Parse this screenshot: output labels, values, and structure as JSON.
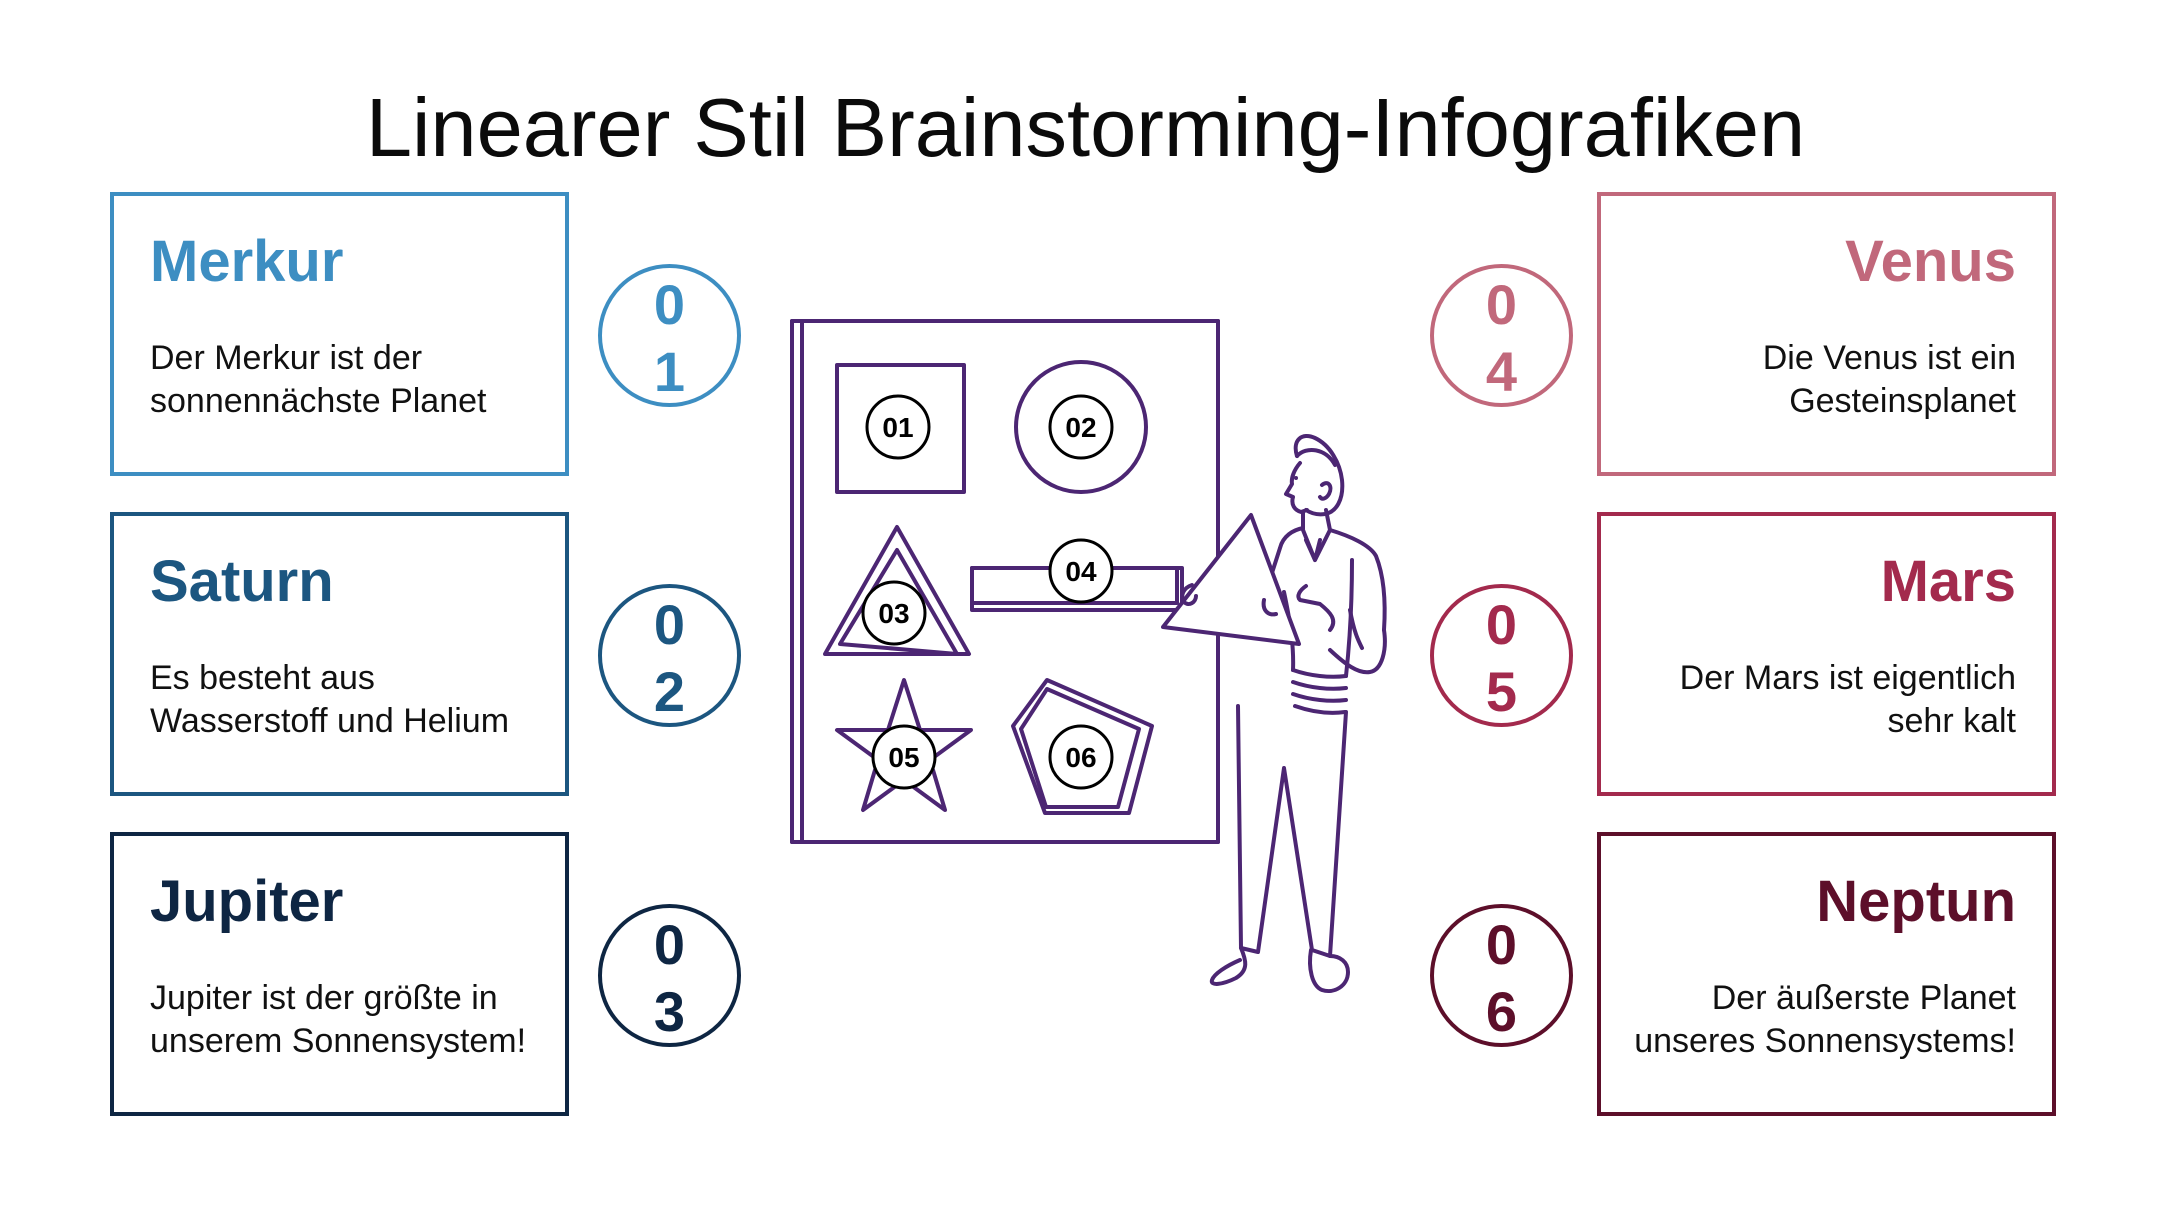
{
  "title": "Linearer Stil Brainstorming-Infografiken",
  "items": [
    {
      "num1": "0",
      "num2": "1",
      "title": "Merkur",
      "text1": "Der Merkur ist der",
      "text2": "sonnennächste Planet",
      "color": "#3d8ec2"
    },
    {
      "num1": "0",
      "num2": "2",
      "title": "Saturn",
      "text1": "Es besteht aus",
      "text2": "Wasserstoff und Helium",
      "color": "#1c5680"
    },
    {
      "num1": "0",
      "num2": "3",
      "title": "Jupiter",
      "text1": "Jupiter ist der größte in",
      "text2": "unserem Sonnensystem!",
      "color": "#0e2643"
    },
    {
      "num1": "0",
      "num2": "4",
      "title": "Venus",
      "text1": "Die Venus ist ein",
      "text2": "Gesteinsplanet",
      "color": "#c1687b"
    },
    {
      "num1": "0",
      "num2": "5",
      "title": "Mars",
      "text1": "Der Mars ist eigentlich",
      "text2": "sehr kalt",
      "color": "#a32a4d"
    },
    {
      "num1": "0",
      "num2": "6",
      "title": "Neptun",
      "text1": "Der äußerste Planet",
      "text2": "unseres Sonnensystems!",
      "color": "#5d0f2a"
    }
  ],
  "board": {
    "labels": [
      "01",
      "02",
      "03",
      "04",
      "05",
      "06"
    ],
    "color": "#4c2673"
  }
}
